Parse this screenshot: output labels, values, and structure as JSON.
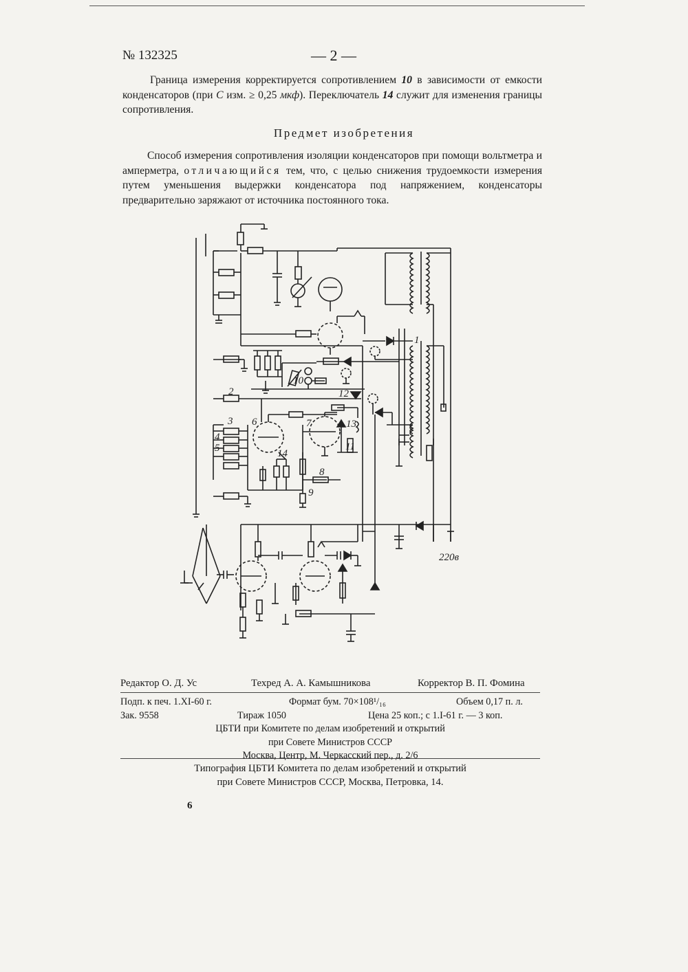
{
  "header": {
    "patent_number": "№ 132325",
    "page_number": "— 2 —"
  },
  "paragraph1": {
    "t1": "Граница измерения корректируется сопротивлением ",
    "n10": "10",
    "t2": " в зависимости от емкости конденсаторов (при ",
    "c": "C",
    "t3": " изм. ≥ 0,25 ",
    "unit": "мкф",
    "t4": "). Переключатель ",
    "n14": "14",
    "t5": " служит для изменения границы сопротивления."
  },
  "section_heading": "Предмет изобретения",
  "claim": {
    "t1": "Способ измерения сопротивления изоляции конденсаторов при помощи вольтметра и амперметра, ",
    "spaced": "отличающийся",
    "t2": " тем, что, с целью снижения трудоемкости измерения путем уменьшения выдержки конденсатора под напряжением, конденсаторы предварительно заряжают от источника постоянного тока."
  },
  "diagram": {
    "labels": {
      "l1": "1",
      "l2": "2",
      "l3": "3",
      "l4": "4",
      "l5": "5",
      "l6": "6",
      "l7": "7",
      "l8": "8",
      "l9": "9",
      "l10": "10",
      "l11": "11",
      "l12": "12",
      "l13": "13",
      "l14": "14",
      "voltage": "220в"
    }
  },
  "credits": {
    "editor": "Редактор О. Д. Ус",
    "techred": "Техред А. А. Камышникова",
    "corrector": "Корректор В. П. Фомина"
  },
  "imprint": {
    "signed": "Подп. к печ. 1.XI-60 г.",
    "format": "Формат бум. 70×108¹/₁₆",
    "volume": "Объем 0,17 п. л.",
    "order": "Зак. 9558",
    "circulation": "Тираж 1050",
    "price": "Цена 25 коп.; с 1.I-61 г. — 3 коп.",
    "org1": "ЦБТИ при Комитете по делам изобретений и открытий",
    "org2": "при Совете Министров СССР",
    "address": "Москва, Центр, М. Черкасский пер., д. 2/6"
  },
  "printer": {
    "line1": "Типография ЦБТИ Комитета по делам изобретений и открытий",
    "line2": "при Совете Министров СССР, Москва, Петровка, 14."
  },
  "sheet_number": "6"
}
